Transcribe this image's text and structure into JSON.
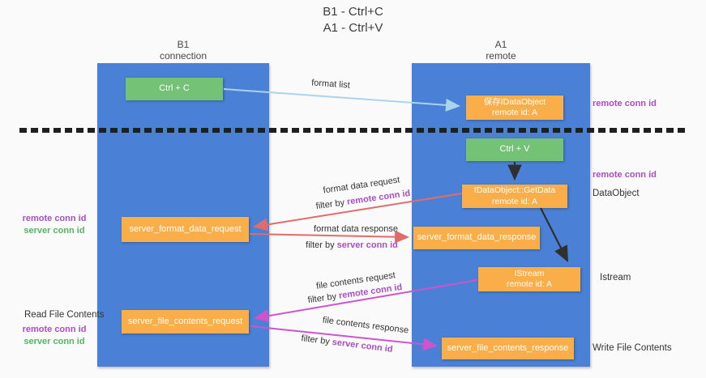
{
  "title": {
    "line1": "B1 - Ctrl+C",
    "line2": "A1 - Ctrl+V"
  },
  "columns": {
    "left": {
      "name": "B1",
      "role": "connection"
    },
    "right": {
      "name": "A1",
      "role": "remote"
    }
  },
  "boxes": {
    "ctrl_c": {
      "label": "Ctrl + C"
    },
    "ctrl_v": {
      "label": "Ctrl + V"
    },
    "save_dataobject": {
      "line1": "保存IDataObject",
      "line2": "remote id: A"
    },
    "getdata": {
      "line1": "IDataObject::GetData",
      "line2": "remote id: A"
    },
    "server_format_data_request": {
      "label": "server_format_data_request"
    },
    "server_format_data_response": {
      "label": "server_format_data_response"
    },
    "istream": {
      "line1": "IStream",
      "line2": "remote id: A"
    },
    "server_file_contents_request": {
      "label": "server_file_contents_request"
    },
    "server_file_contents_response": {
      "label": "server_file_contents_response"
    }
  },
  "arrow_labels": {
    "format_list": "format list",
    "format_data_request": "format data request",
    "format_data_response": "format data response",
    "file_contents_request": "file contents request",
    "file_contents_response": "file contents response",
    "filter_by": "filter by"
  },
  "side_labels": {
    "remote_conn_id": "remote conn id",
    "server_conn_id": "server conn id",
    "dataobject": "DataObject",
    "istream": "Istream",
    "read_file_contents": "Read File Contents",
    "write_file_contents": "Write File Contents"
  },
  "colors": {
    "column_blue": "#4a80d6",
    "box_green": "#74c276",
    "box_orange": "#f9ae49",
    "arrow_light_blue": "#a9d3ee",
    "arrow_red": "#e06c6c",
    "arrow_magenta": "#cf54cc",
    "arrow_black": "#2f2f2f",
    "id_purple": "#a94fc4",
    "id_green": "#56b366"
  }
}
